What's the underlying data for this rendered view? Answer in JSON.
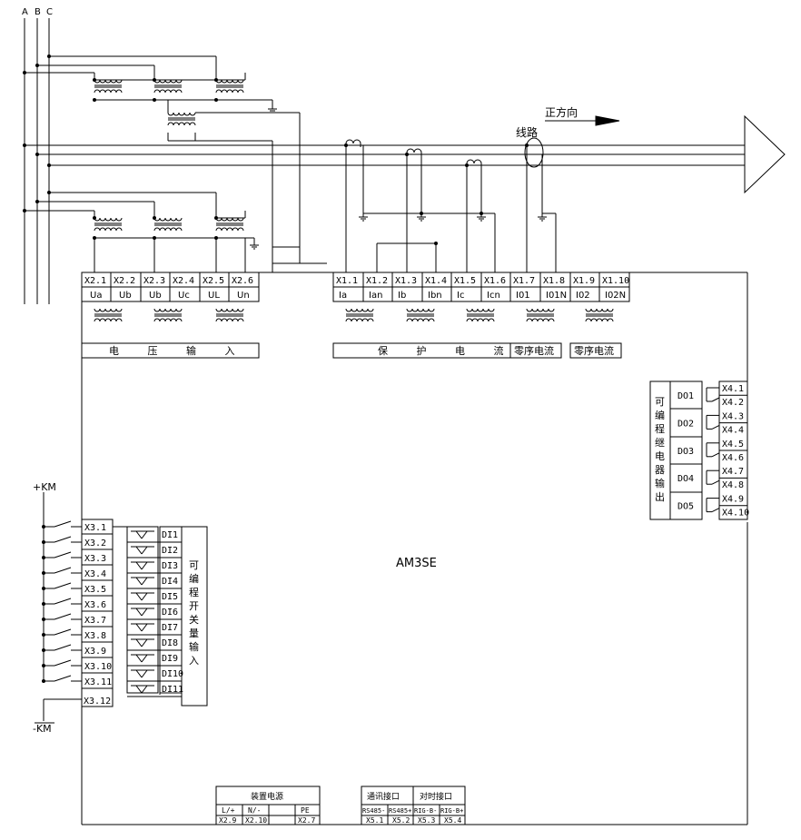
{
  "phases": [
    "A",
    "B",
    "C"
  ],
  "direction_label": "正方向",
  "line_label": "线路",
  "device_model": "AM3SE",
  "voltage_terminals": [
    {
      "id": "X2.1",
      "sig": "Ua"
    },
    {
      "id": "X2.2",
      "sig": "Ub"
    },
    {
      "id": "X2.3",
      "sig": "Ub"
    },
    {
      "id": "X2.4",
      "sig": "Uc"
    },
    {
      "id": "X2.5",
      "sig": "UL"
    },
    {
      "id": "X2.6",
      "sig": "Un"
    }
  ],
  "voltage_input_label": "电 压 输 入",
  "current_terminals": [
    {
      "id": "X1.1",
      "sig": "Ia"
    },
    {
      "id": "X1.2",
      "sig": "Ian"
    },
    {
      "id": "X1.3",
      "sig": "Ib"
    },
    {
      "id": "X1.4",
      "sig": "Ibn"
    },
    {
      "id": "X1.5",
      "sig": "Ic"
    },
    {
      "id": "X1.6",
      "sig": "Icn"
    },
    {
      "id": "X1.7",
      "sig": "I01"
    },
    {
      "id": "X1.8",
      "sig": "I01N"
    },
    {
      "id": "X1.9",
      "sig": "I02"
    },
    {
      "id": "X1.10",
      "sig": "I02N"
    }
  ],
  "protection_current_label": "保 护 电 流",
  "zero_seq_label_1": "零序电流",
  "zero_seq_label_2": "零序电流",
  "relay_output_label": "可编程继电器输出",
  "relay_outputs": [
    {
      "name": "DO1",
      "a": "X4.1",
      "b": "X4.2"
    },
    {
      "name": "DO2",
      "a": "X4.3",
      "b": "X4.4"
    },
    {
      "name": "DO3",
      "a": "X4.5",
      "b": "X4.6"
    },
    {
      "name": "DO4",
      "a": "X4.7",
      "b": "X4.8"
    },
    {
      "name": "DO5",
      "a": "X4.9",
      "b": "X4.10"
    }
  ],
  "km_plus": "+KM",
  "km_minus": "-KM",
  "binary_input_label": "可编程开关量输入",
  "binary_inputs": [
    {
      "term": "X3.1",
      "di": "DI1"
    },
    {
      "term": "X3.2",
      "di": "DI2"
    },
    {
      "term": "X3.3",
      "di": "DI3"
    },
    {
      "term": "X3.4",
      "di": "DI4"
    },
    {
      "term": "X3.5",
      "di": "DI5"
    },
    {
      "term": "X3.6",
      "di": "DI6"
    },
    {
      "term": "X3.7",
      "di": "DI7"
    },
    {
      "term": "X3.8",
      "di": "DI8"
    },
    {
      "term": "X3.9",
      "di": "DI9"
    },
    {
      "term": "X3.10",
      "di": "DI10"
    },
    {
      "term": "X3.11",
      "di": "DI11"
    }
  ],
  "x3_12": "X3.12",
  "power": {
    "title": "装置电源",
    "cols": [
      {
        "sig": "L/+",
        "id": "X2.9"
      },
      {
        "sig": "N/-",
        "id": "X2.10"
      },
      {
        "sig": "",
        "id": ""
      },
      {
        "sig": "PE",
        "id": "X2.7"
      }
    ]
  },
  "comm": {
    "title1": "通讯接口",
    "title2": "对时接口",
    "cols": [
      {
        "sig": "RS485-",
        "id": "X5.1"
      },
      {
        "sig": "RS485+",
        "id": "X5.2"
      },
      {
        "sig": "RIG-B-",
        "id": "X5.3"
      },
      {
        "sig": "RIG-B+",
        "id": "X5.4"
      }
    ]
  }
}
